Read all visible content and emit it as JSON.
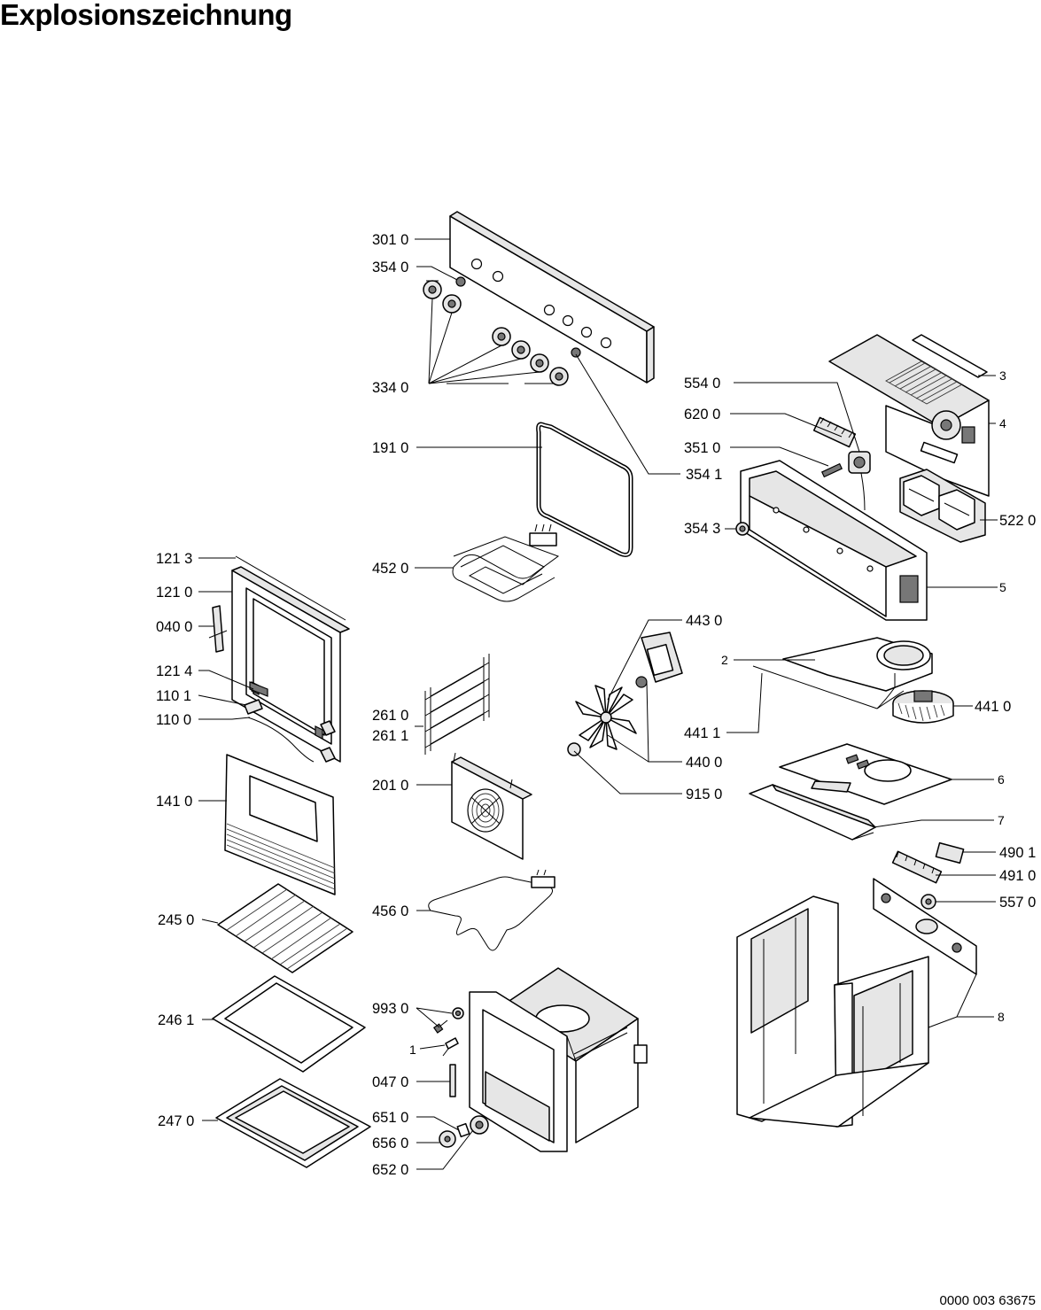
{
  "title": "Explosionszeichnung",
  "document_number": "0000 003 63675",
  "part_labels": [
    {
      "id": "l-3010",
      "text": "301 0"
    },
    {
      "id": "l-3540",
      "text": "354 0"
    },
    {
      "id": "l-3340",
      "text": "334 0"
    },
    {
      "id": "l-1910",
      "text": "191 0"
    },
    {
      "id": "l-3541",
      "text": "354 1"
    },
    {
      "id": "l-5540",
      "text": "554 0"
    },
    {
      "id": "l-6200",
      "text": "620 0"
    },
    {
      "id": "l-3510",
      "text": "351 0"
    },
    {
      "id": "l-3543",
      "text": "354 3"
    },
    {
      "id": "l-3",
      "text": "3"
    },
    {
      "id": "l-4",
      "text": "4"
    },
    {
      "id": "l-5220",
      "text": "522 0"
    },
    {
      "id": "l-5",
      "text": "5"
    },
    {
      "id": "l-1213",
      "text": "121 3"
    },
    {
      "id": "l-1210",
      "text": "121 0"
    },
    {
      "id": "l-0400",
      "text": "040 0"
    },
    {
      "id": "l-1214",
      "text": "121 4"
    },
    {
      "id": "l-1101",
      "text": "110 1"
    },
    {
      "id": "l-1100",
      "text": "110 0"
    },
    {
      "id": "l-1410",
      "text": "141 0"
    },
    {
      "id": "l-2450",
      "text": "245 0"
    },
    {
      "id": "l-2461",
      "text": "246 1"
    },
    {
      "id": "l-2470",
      "text": "247 0"
    },
    {
      "id": "l-4520",
      "text": "452 0"
    },
    {
      "id": "l-2610",
      "text": "261 0"
    },
    {
      "id": "l-2611",
      "text": "261 1"
    },
    {
      "id": "l-2010",
      "text": "201 0"
    },
    {
      "id": "l-4560",
      "text": "456 0"
    },
    {
      "id": "l-9930",
      "text": "993 0"
    },
    {
      "id": "l-1",
      "text": "1"
    },
    {
      "id": "l-0470",
      "text": "047 0"
    },
    {
      "id": "l-6510",
      "text": "651 0"
    },
    {
      "id": "l-6560",
      "text": "656 0"
    },
    {
      "id": "l-6520",
      "text": "652 0"
    },
    {
      "id": "l-4430",
      "text": "443 0"
    },
    {
      "id": "l-2",
      "text": "2"
    },
    {
      "id": "l-4411",
      "text": "441 1"
    },
    {
      "id": "l-4410",
      "text": "441 0"
    },
    {
      "id": "l-4400",
      "text": "440 0"
    },
    {
      "id": "l-9150",
      "text": "915 0"
    },
    {
      "id": "l-6",
      "text": "6"
    },
    {
      "id": "l-7",
      "text": "7"
    },
    {
      "id": "l-4901",
      "text": "490 1"
    },
    {
      "id": "l-4910",
      "text": "491 0"
    },
    {
      "id": "l-5570",
      "text": "557 0"
    },
    {
      "id": "l-8",
      "text": "8"
    }
  ]
}
